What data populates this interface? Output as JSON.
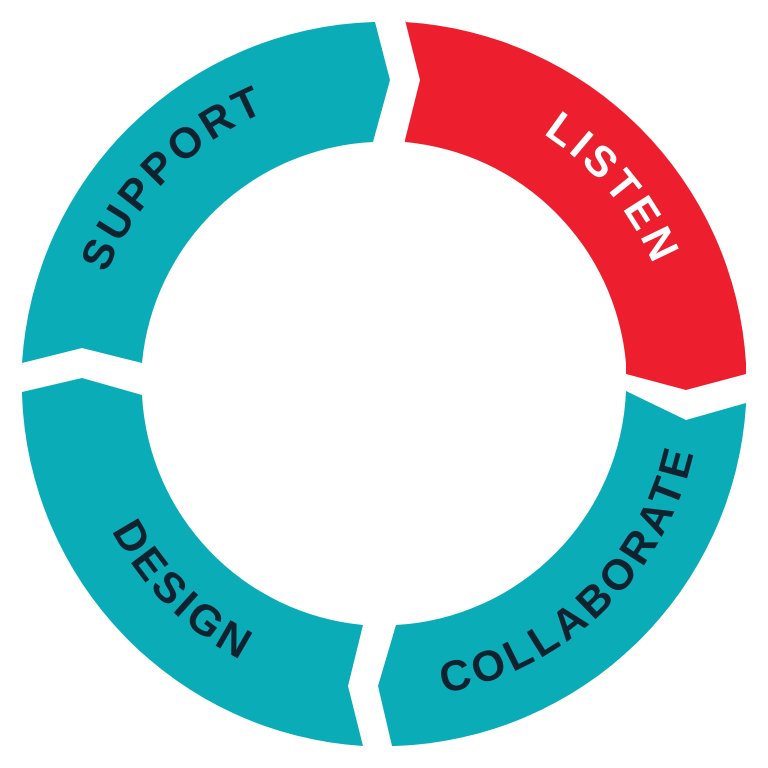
{
  "diagram": {
    "segments": [
      {
        "label": "LISTEN",
        "color": "#ED1F2E",
        "text_color": "#FFFFFF"
      },
      {
        "label": "COLLABORATE",
        "color": "#0AACB8",
        "text_color": "#0F2230"
      },
      {
        "label": "DESIGN",
        "color": "#0AACB8",
        "text_color": "#0F2230"
      },
      {
        "label": "SUPPORT",
        "color": "#0AACB8",
        "text_color": "#0F2230"
      }
    ]
  }
}
